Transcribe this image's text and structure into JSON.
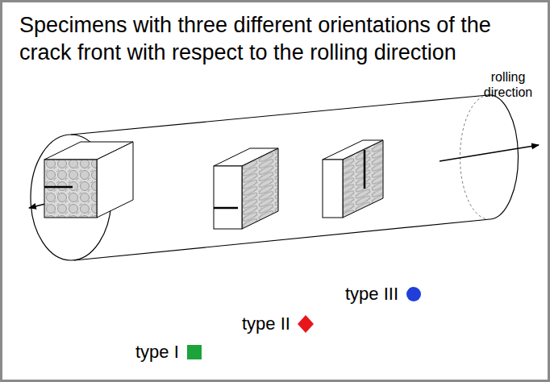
{
  "diagram": {
    "title": "Specimens with three different orientations of the crack front with respect to the rolling direction",
    "labels": [
      "rolling direction"
    ],
    "legend": [
      {
        "text": "type III",
        "color": "#1f3fd8"
      },
      {
        "text": "type II",
        "color": "#e8151b"
      },
      {
        "text": "type I",
        "color": "#1ca33a"
      }
    ]
  }
}
